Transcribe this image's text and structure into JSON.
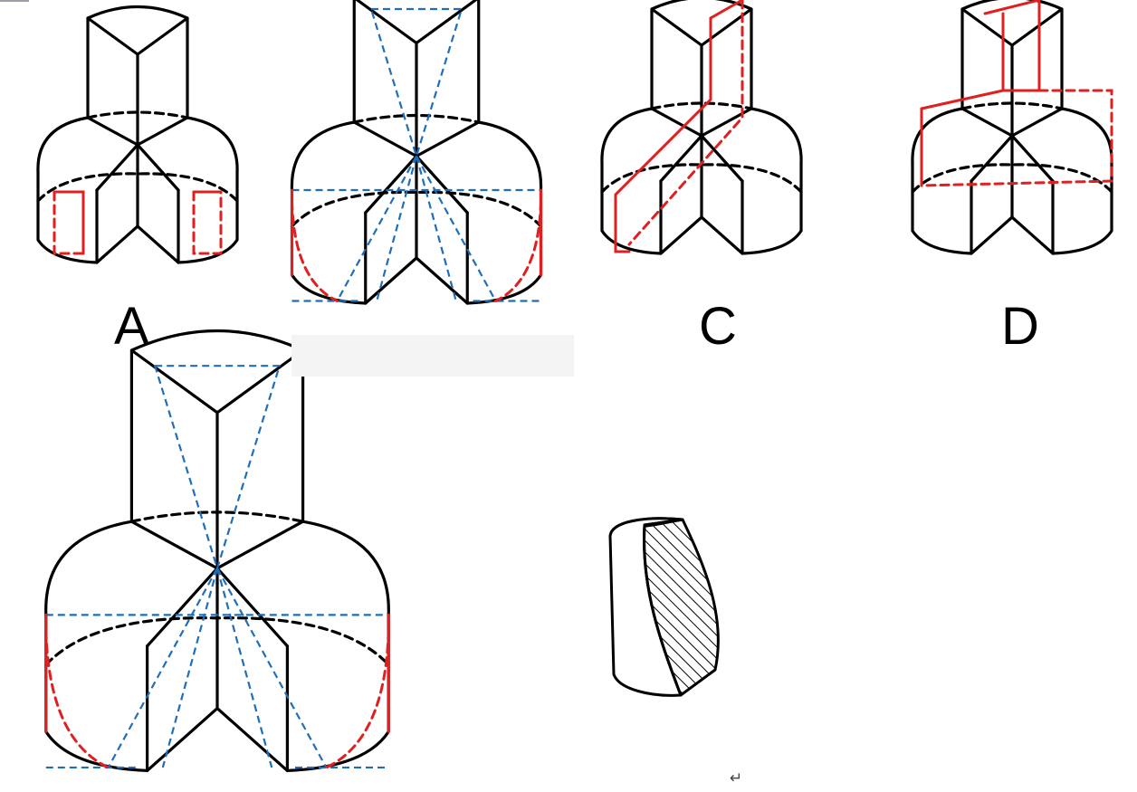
{
  "options": [
    {
      "id": "A",
      "label": "A"
    },
    {
      "id": "B",
      "label": ""
    },
    {
      "id": "C",
      "label": "C"
    },
    {
      "id": "D",
      "label": "D"
    }
  ],
  "paragraph_mark": "↵",
  "colors": {
    "outline": "#000000",
    "section_red": "#e02020",
    "guide_blue": "#1f6fb8",
    "label_box": "#f4f4f4"
  },
  "icons": {
    "paragraph_mark": "return-arrow-icon",
    "hatched_piece": "hatched-section-icon"
  }
}
